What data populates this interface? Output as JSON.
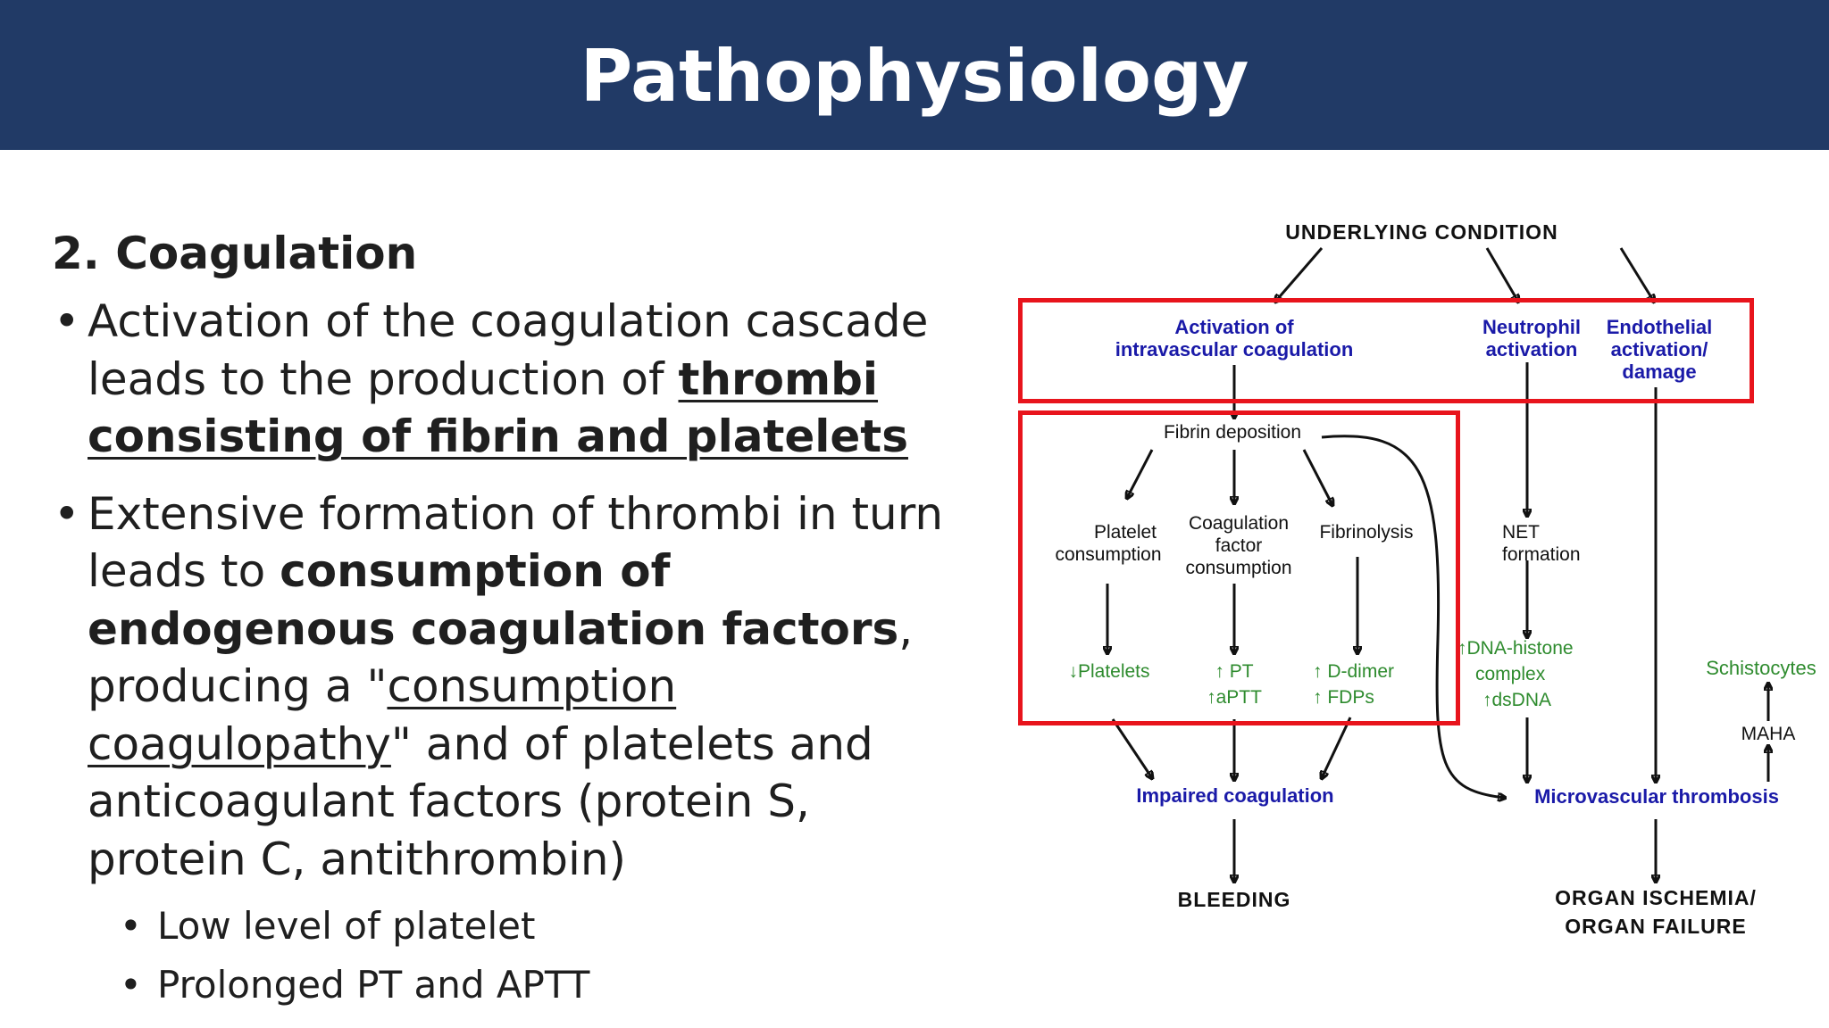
{
  "slide": {
    "title": "Pathophysiology"
  },
  "content": {
    "heading": "2. Coagulation",
    "bullet1": {
      "text_a": "Activation of the coagulation cascade leads to the production of ",
      "text_b": "thrombi consisting of fibrin and platelets"
    },
    "bullet2": {
      "text_a": "Extensive formation of thrombi in turn leads to ",
      "text_b": "consumption of endogenous coagulation factors",
      "text_c": ", producing a \"",
      "text_d": "consumption coagulopathy",
      "text_e": "\" and of platelets and anticoagulant factors (protein S, protein C, antithrombin)"
    },
    "sub_bullets": [
      "Low level of platelet",
      "Prolonged PT and APTT"
    ]
  },
  "diagram": {
    "underlying": "UNDERLYING CONDITION",
    "activation_line1": "Activation of",
    "activation_line2": "intravascular coagulation",
    "neutrophil_line1": "Neutrophil",
    "neutrophil_line2": "activation",
    "endothelial_line1": "Endothelial",
    "endothelial_line2": "activation/",
    "endothelial_line3": "damage",
    "fibrin": "Fibrin deposition",
    "platelet_cons_line1": "Platelet",
    "platelet_cons_line2": "consumption",
    "coag_cons_line1": "Coagulation",
    "coag_cons_line2": "factor",
    "coag_cons_line3": "consumption",
    "fibrinolysis": "Fibrinolysis",
    "net_line1": "NET",
    "net_line2": "formation",
    "platelets_low": "↓Platelets",
    "pt": "↑ PT",
    "aptt": "↑aPTT",
    "ddimer": "↑ D-dimer",
    "fdps": "↑ FDPs",
    "dna_line1": "↑DNA-histone",
    "dna_line2": "complex",
    "dsdna": "↑dsDNA",
    "schistocytes": "Schistocytes",
    "maha": "MAHA",
    "impaired": "Impaired coagulation",
    "microvascular": "Microvascular thrombosis",
    "bleeding": "BLEEDING",
    "organ_line1": "ORGAN ISCHEMIA/",
    "organ_line2": "ORGAN FAILURE",
    "colors": {
      "box_outline": "#e8141c",
      "blue_text": "#1a1aa8",
      "green_text": "#2e8b2e"
    }
  },
  "colors": {
    "title_bar": "#213a66",
    "title_text": "#ffffff",
    "body_text": "#1f1f1f"
  }
}
